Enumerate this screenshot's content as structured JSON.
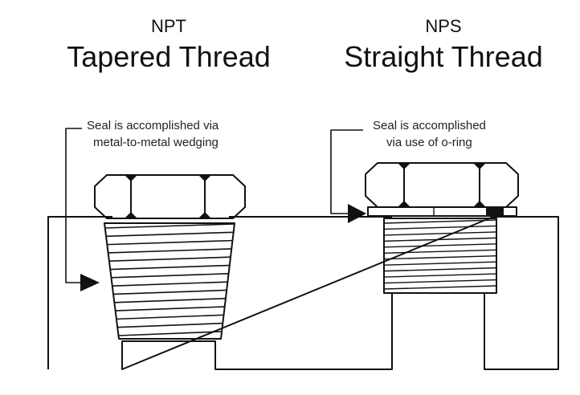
{
  "npt": {
    "abbr": "NPT",
    "title": "Tapered Thread",
    "note_line1": "Seal is accomplished via",
    "note_line2": "metal-to-metal wedging"
  },
  "nps": {
    "abbr": "NPS",
    "title": "Straight Thread",
    "note_line1": "Seal is accomplished",
    "note_line2": "via use of o-ring"
  },
  "colors": {
    "line": "#111111",
    "background": "#ffffff"
  }
}
